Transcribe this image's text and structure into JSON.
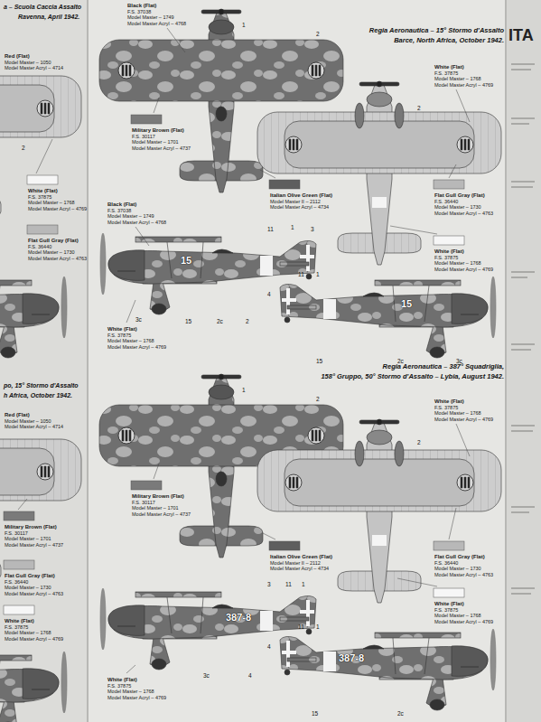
{
  "diagram": {
    "nodes": [
      {
        "text": [
          "Red (Flat)",
          "Model Master – 1050",
          "Model Master Acryl – 4714"
        ]
      },
      {
        "text": [
          "White (Flat)",
          "F.S. 37875",
          "Model Master – 1768",
          "Model Master Acryl – 4769"
        ]
      },
      {
        "text": [
          "Flat Gull Gray (Flat)",
          "F.S. 36440",
          "Model Master – 1730",
          "Model Master Acryl – 4763"
        ]
      },
      {
        "text": [
          "Red (Flat)",
          "Model Master – 1050",
          "Model Master Acryl – 4714"
        ]
      },
      {
        "text": [
          "Military Brown (Flat)",
          "F.S. 30117",
          "Model Master – 1701",
          "Model Master Acryl – 4737"
        ]
      },
      {
        "text": [
          "Flat Gull Gray (Flat)",
          "F.S. 36440",
          "Model Master – 1730",
          "Model Master Acryl – 4763"
        ]
      },
      {
        "text": [
          "White (Flat)",
          "F.S. 37875",
          "Model Master – 1768",
          "Model Master Acryl – 4769"
        ]
      },
      {
        "text": [
          "Black (Flat)",
          "F.S. 37038",
          "Model Master – 1749",
          "Model Master Acryl – 4768"
        ]
      },
      {
        "text": [
          "Military Brown (Flat)",
          "F.S. 30117",
          "Model Master – 1701",
          "Model Master Acryl – 4737"
        ]
      },
      {
        "text": [
          "Italian Olive Green (Flat)",
          "Model Master II – 2112",
          "Model Master Acryl – 4734"
        ]
      },
      {
        "text": [
          "White (Flat)",
          "F.S. 37875",
          "Model Master – 1768",
          "Model Master Acryl – 4769"
        ]
      },
      {
        "text": [
          "Flat Gull Gray (Flat)",
          "F.S. 36440",
          "Model Master – 1730",
          "Model Master Acryl – 4763"
        ]
      },
      {
        "text": [
          "White (Flat)",
          "F.S. 37875",
          "Model Master – 1768",
          "Model Master Acryl – 4769"
        ]
      },
      {
        "text": [
          "Black (Flat)",
          "F.S. 37038",
          "Model Master – 1749",
          "Model Master Acryl – 4768"
        ]
      },
      {
        "text": [
          "White (Flat)",
          "F.S. 37875",
          "Model Master – 1768",
          "Model Master Acryl – 4769"
        ]
      },
      {
        "text": [
          "White (Flat)",
          "F.S. 37875",
          "Model Master – 1768",
          "Model Master Acryl – 4769"
        ]
      },
      {
        "text": [
          "Military Brown (Flat)",
          "F.S. 30117",
          "Model Master – 1701",
          "Model Master Acryl – 4737"
        ]
      },
      {
        "text": [
          "Italian Olive Green (Flat)",
          "Model Master II – 2112",
          "Model Master Acryl – 4734"
        ]
      },
      {
        "text": [
          "Flat Gull Gray (Flat)",
          "F.S. 36440",
          "Model Master – 1730",
          "Model Master Acryl – 4763"
        ]
      },
      {
        "text": [
          "White (Flat)",
          "F.S. 37875",
          "Model Master – 1768",
          "Model Master Acryl – 4769"
        ]
      },
      {
        "text": [
          "White (Flat)",
          "F.S. 37875",
          "Model Master – 1768",
          "Model Master Acryl – 4769"
        ]
      }
    ],
    "labels": [
      "a – Scuola Caccia Assalto",
      "Ravenna, April 1942.",
      "2",
      "po, 15° Stormo d'Assalto",
      "h Africa, October 1942.",
      "ITA",
      "Regia Aeronautica – 15° Stormo d'Assalto",
      "Barce, North Africa, October 1942.",
      "1",
      "2",
      "2",
      "1",
      "3",
      "11",
      "15",
      "2",
      "2c",
      "3c",
      "15",
      "4",
      "11",
      "1",
      "15",
      "15",
      "2c",
      "3c",
      "Regia Aeronautica – 387° Squadriglia,",
      "158° Gruppo, 50° Stormo d'Assalto – Lybia, August 1942.",
      "1",
      "2",
      "2",
      "3",
      "11",
      "1",
      "387-8",
      "4",
      "3c",
      "4",
      "11",
      "1",
      "387-8",
      "15",
      "2c"
    ]
  }
}
